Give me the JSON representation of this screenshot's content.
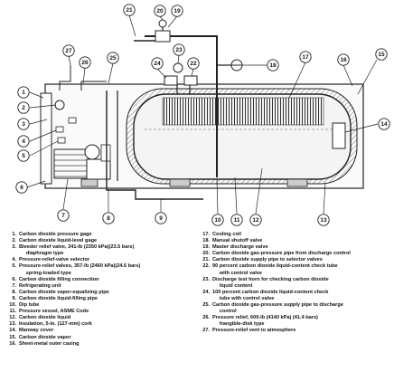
{
  "callouts": [
    "1",
    "2",
    "3",
    "4",
    "5",
    "6",
    "7",
    "8",
    "9",
    "10",
    "11",
    "12",
    "13",
    "14",
    "15",
    "16",
    "17",
    "18",
    "19",
    "20",
    "21",
    "22",
    "23",
    "24",
    "25",
    "26",
    "27"
  ],
  "legend": {
    "left": [
      {
        "num": "1.",
        "text": "Carbon dioxide pressure gage"
      },
      {
        "num": "2.",
        "text": "Carbon dioxide liquid-level gage"
      },
      {
        "num": "3.",
        "text": "Bleeder relief valve, 341-lb (2350 kPa)(23.5 bars)"
      },
      {
        "num": "",
        "text": "     diaphragm type"
      },
      {
        "num": "4.",
        "text": "Pressure-relief-valve selector"
      },
      {
        "num": "5.",
        "text": "Pressure-relief valves, 357-lb (2460 kPa)(24.6 bars)"
      },
      {
        "num": "",
        "text": "     spring-loaded type"
      },
      {
        "num": "6.",
        "text": "Carbon dioxide filling connection"
      },
      {
        "num": "7.",
        "text": "Refrigerating unit"
      },
      {
        "num": "8.",
        "text": "Carbon dioxide vapor-equalizing pipe"
      },
      {
        "num": "9.",
        "text": "Carbon dioxide liquid-filling pipe"
      },
      {
        "num": "10.",
        "text": "Dip tube"
      },
      {
        "num": "11.",
        "text": "Pressure vessel, ASME Code"
      },
      {
        "num": "12.",
        "text": "Carbon dioxide liquid"
      },
      {
        "num": "13.",
        "text": "Insulation, 5-in. (127-mm) cork"
      },
      {
        "num": "14.",
        "text": "Manway cover"
      },
      {
        "num": "15.",
        "text": "Carbon dioxide vapor"
      },
      {
        "num": "16.",
        "text": "Sheet-metal outer casing"
      }
    ],
    "right": [
      {
        "num": "17.",
        "text": "Cooling coil"
      },
      {
        "num": "18.",
        "text": "Manual shutoff valve"
      },
      {
        "num": "19.",
        "text": "Master discharge valve"
      },
      {
        "num": "20.",
        "text": "Carbon dioxide gas-pressure pipe from discharge control"
      },
      {
        "num": "21.",
        "text": "Carbon dioxide supply pipe to selector valves"
      },
      {
        "num": "22.",
        "text": "90 percent carbon dioxide liquid-content check tube"
      },
      {
        "num": "",
        "text": "     with control valve"
      },
      {
        "num": "23.",
        "text": "Discharge test horn for checking carbon dioxide"
      },
      {
        "num": "",
        "text": "     liquid content"
      },
      {
        "num": "24.",
        "text": "100 percent carbon dioxide liquid-content check"
      },
      {
        "num": "",
        "text": "     tube with control valve"
      },
      {
        "num": "25.",
        "text": "Carbon dioxide gas-pressure supply pipe to discharge"
      },
      {
        "num": "",
        "text": "     control"
      },
      {
        "num": "26.",
        "text": "Pressure relief, 600-lb (4140 kPa) (41.4 bars)"
      },
      {
        "num": "",
        "text": "     frangible-disk type"
      },
      {
        "num": "27.",
        "text": "Pressure-relief vent to atmosphere"
      }
    ]
  },
  "colors": {
    "ink": "#222222",
    "tank_fill": "#f4f4f4",
    "hatch": "#555555",
    "casing": "#fafafa"
  }
}
